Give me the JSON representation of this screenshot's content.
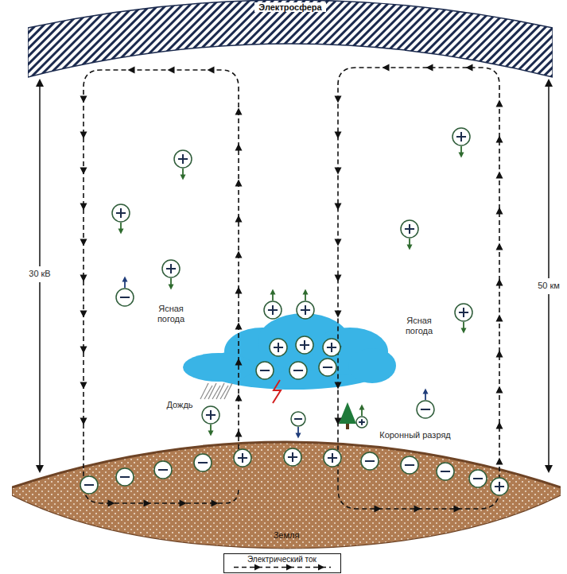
{
  "diagram": {
    "nodes": [
      {
        "text": [
          "Электросфера"
        ]
      },
      {
        "text": [
          "Земля"
        ]
      }
    ],
    "labels": [
      "30 кВ",
      "50 км",
      "Ясная погода",
      "Ясная погода",
      "Дождь",
      "Коронный разряд"
    ],
    "legend": [
      {
        "text": "Электрический ток"
      }
    ]
  }
}
